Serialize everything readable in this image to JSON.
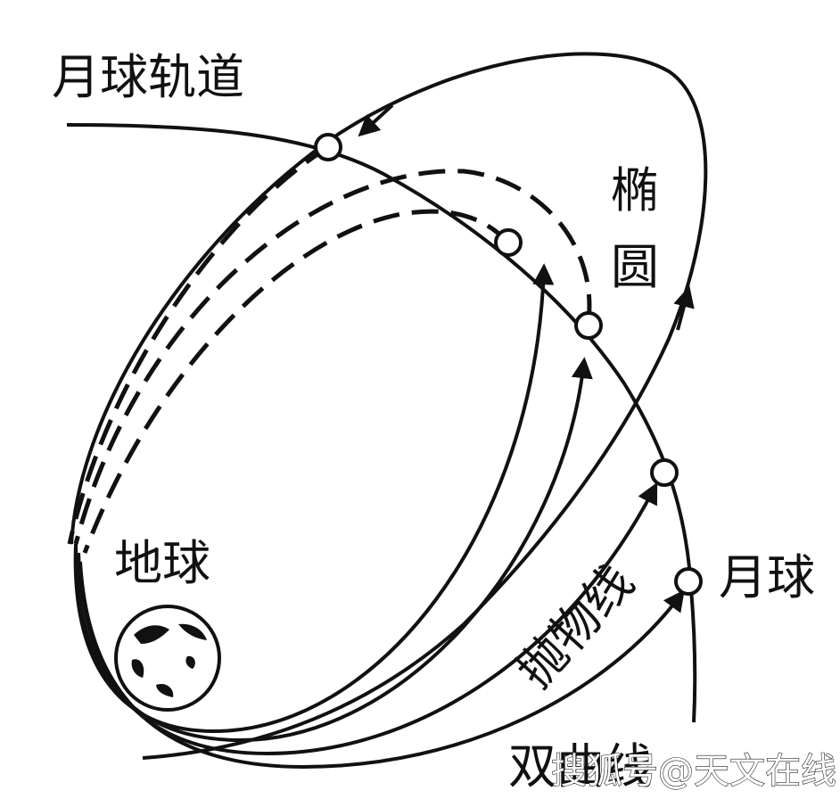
{
  "labels": {
    "lunar_orbit": "月球轨道",
    "ellipse": "椭圆",
    "ellipse_char_1": "椭",
    "ellipse_char_2": "圆",
    "earth": "地球",
    "moon": "月球",
    "parabola": "抛物线",
    "hyperbola": "双曲线"
  },
  "watermark": "搜狐号@天文在线",
  "colors": {
    "line": "#111111",
    "background": "#ffffff"
  }
}
